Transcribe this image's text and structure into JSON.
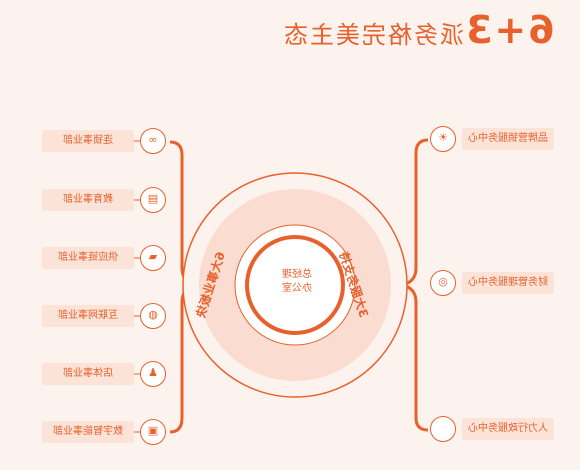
{
  "title": {
    "number": "6+3",
    "text": "派务格完美主态"
  },
  "center": {
    "line1": "总经理",
    "line2": "办公室"
  },
  "ring_left": "6大事业板块",
  "ring_right": "3大服务支持",
  "left_items": [
    {
      "label": "连锁事业部",
      "icon": "link-icon",
      "glyph": "∞"
    },
    {
      "label": "教育事业部",
      "icon": "book-icon",
      "glyph": "▤"
    },
    {
      "label": "供应链事业部",
      "icon": "truck-icon",
      "glyph": "▰"
    },
    {
      "label": "互联网事业部",
      "icon": "globe-icon",
      "glyph": "◍"
    },
    {
      "label": "店体事业部",
      "icon": "people-icon",
      "glyph": "♟"
    },
    {
      "label": "数字智能事业部",
      "icon": "digital-icon",
      "glyph": "▣"
    }
  ],
  "right_items": [
    {
      "label": "品牌营销服务中心",
      "icon": "lightbulb-icon",
      "glyph": "☀"
    },
    {
      "label": "财务管理服务中心",
      "icon": "finance-icon",
      "glyph": "◎"
    },
    {
      "label": "人力行政服务中心",
      "icon": "blank-icon",
      "glyph": ""
    }
  ],
  "colors": {
    "accent": "#e8612c",
    "background": "#fdf3ee",
    "label_bg": "#fbe3d8"
  }
}
